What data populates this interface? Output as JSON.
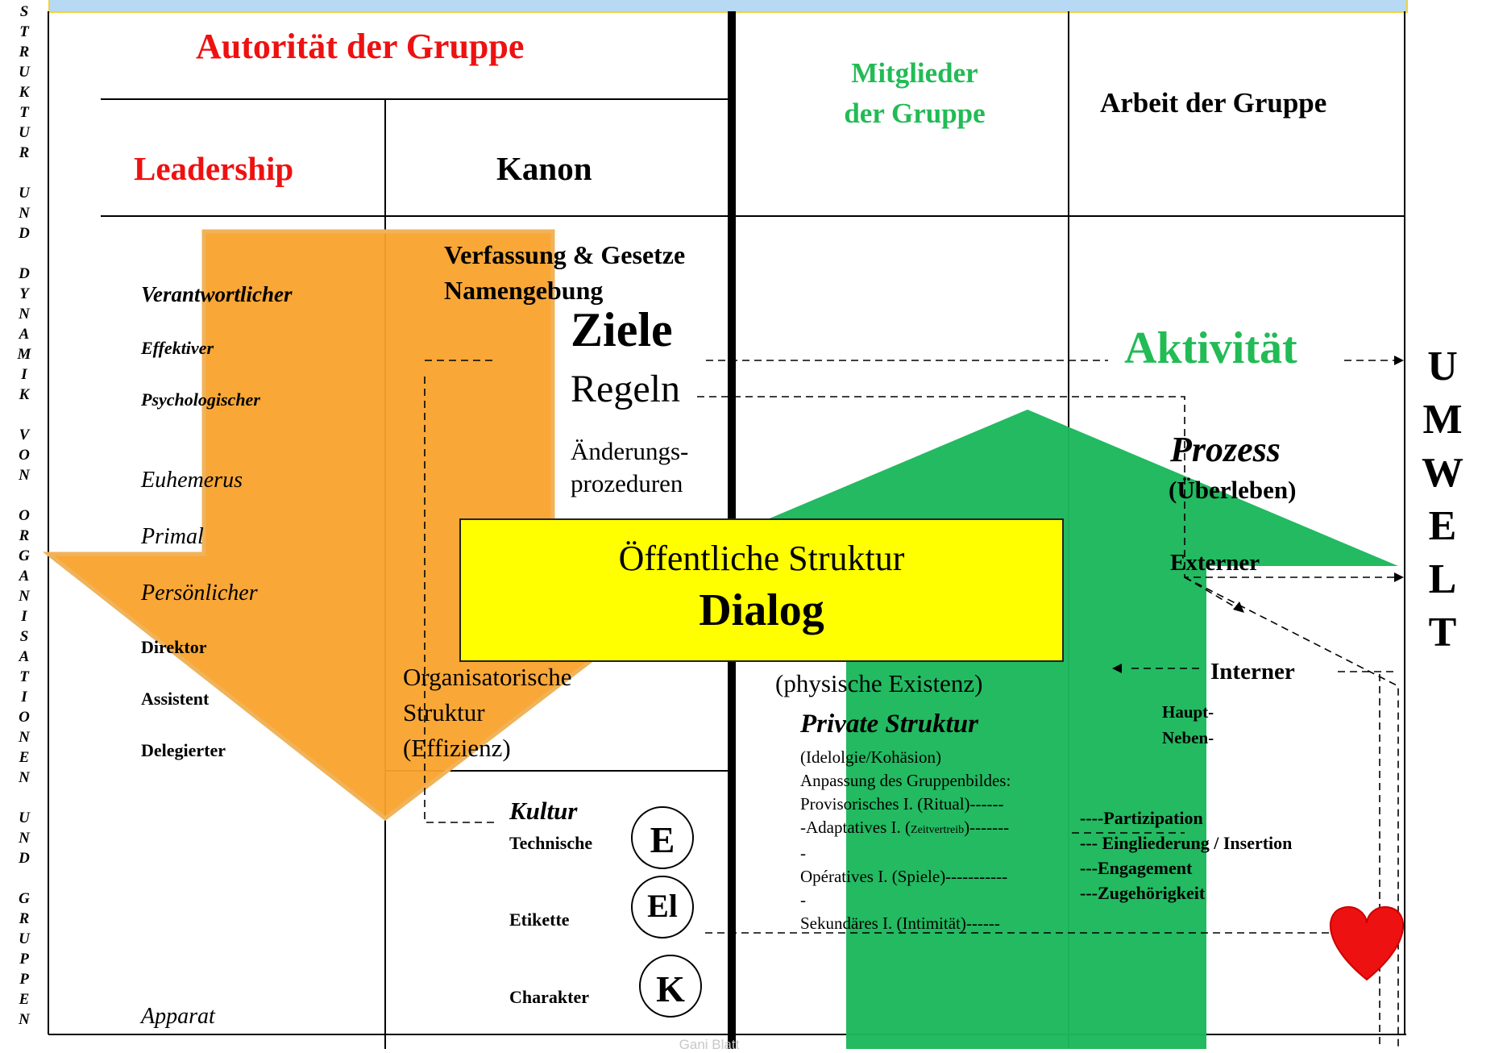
{
  "side_text": [
    "S",
    "T",
    "R",
    "U",
    "K",
    "T",
    "U",
    "R",
    "",
    "U",
    "N",
    "D",
    "",
    "D",
    "Y",
    "N",
    "A",
    "M",
    "I",
    "K",
    "",
    "V",
    "O",
    "N",
    "",
    "O",
    "R",
    "G",
    "A",
    "N",
    "I",
    "S",
    "A",
    "T",
    "I",
    "O",
    "N",
    "E",
    "N",
    "",
    "U",
    "N",
    "D",
    "",
    "G",
    "R",
    "U",
    "P",
    "P",
    "E",
    "N"
  ],
  "umwelt": [
    "U",
    "M",
    "W",
    "E",
    "L",
    "T"
  ],
  "headers": {
    "autoritaet": "Autorität der Gruppe",
    "leadership": "Leadership",
    "kanon": "Kanon",
    "mitglieder_1": "Mitglieder",
    "mitglieder_2": "der Gruppe",
    "arbeit": "Arbeit der Gruppe"
  },
  "leadership_items": {
    "verantwortlicher": "Verantwortlicher",
    "effektiver": "Effektiver",
    "psychologischer": "Psychologischer",
    "euhemerus": "Euhemerus",
    "primal": "Primal",
    "persoenlicher": "Persönlicher",
    "direktor": "Direktor",
    "assistent": "Assistent",
    "delegierter": "Delegierter",
    "apparat": "Apparat"
  },
  "kanon_items": {
    "verfassung": "Verfassung & Gesetze",
    "namengebung": "Namengebung",
    "ziele": "Ziele",
    "regeln": "Regeln",
    "aenderungs_1": "Änderungs-",
    "aenderungs_2": "prozeduren",
    "org_1": "Organisatorische",
    "org_2": "Struktur",
    "org_3": "(Effizienz)",
    "kultur": "Kultur",
    "technische": "Technische",
    "etikette": "Etikette",
    "charakter": "Charakter",
    "circle_e": "E",
    "circle_el": "El",
    "circle_k": "K"
  },
  "center": {
    "public_line": "Öffentliche Struktur",
    "dialog": "Dialog"
  },
  "members": {
    "physische": "(physische Existenz)",
    "private": "Private Struktur",
    "ideologie": "(Idelolgie/Kohäsion)",
    "anpassung": "Anpassung des Gruppenbildes:",
    "provisorisch": " Provisorisches I. (Ritual)------",
    "adaptativ": "-Adaptatives I. (",
    "adaptativ_small": "Zeitvertreib",
    "adaptativ_end": ")-------",
    "dash1": "-",
    "operativ": "Opératives I. (Spiele)-----------",
    "dash2": "-",
    "sekundaer": "Sekundäres I. (Intimität)------"
  },
  "work": {
    "aktivitaet": "Aktivität",
    "prozess": "Prozess",
    "ueberleben": "(Überleben)",
    "externer": "Externer",
    "interner": "Interner",
    "haupt": "Haupt-",
    "neben": "Neben-",
    "partizipation": "----Partizipation",
    "eingliederung": "--- Eingliederung / Insertion",
    "engagement": "---Engagement",
    "zugehoerigkeit": "---Zugehörigkeit"
  },
  "footer": "Gani Blatt",
  "colors": {
    "red_text": "#ee1111",
    "green_text": "#22bb55",
    "orange_arrow": "#f9a22c",
    "green_arrow": "#1cb85c",
    "yellow_box": "#ffff00",
    "top_band": "#b7d9f3",
    "heart": "#ee1111"
  }
}
